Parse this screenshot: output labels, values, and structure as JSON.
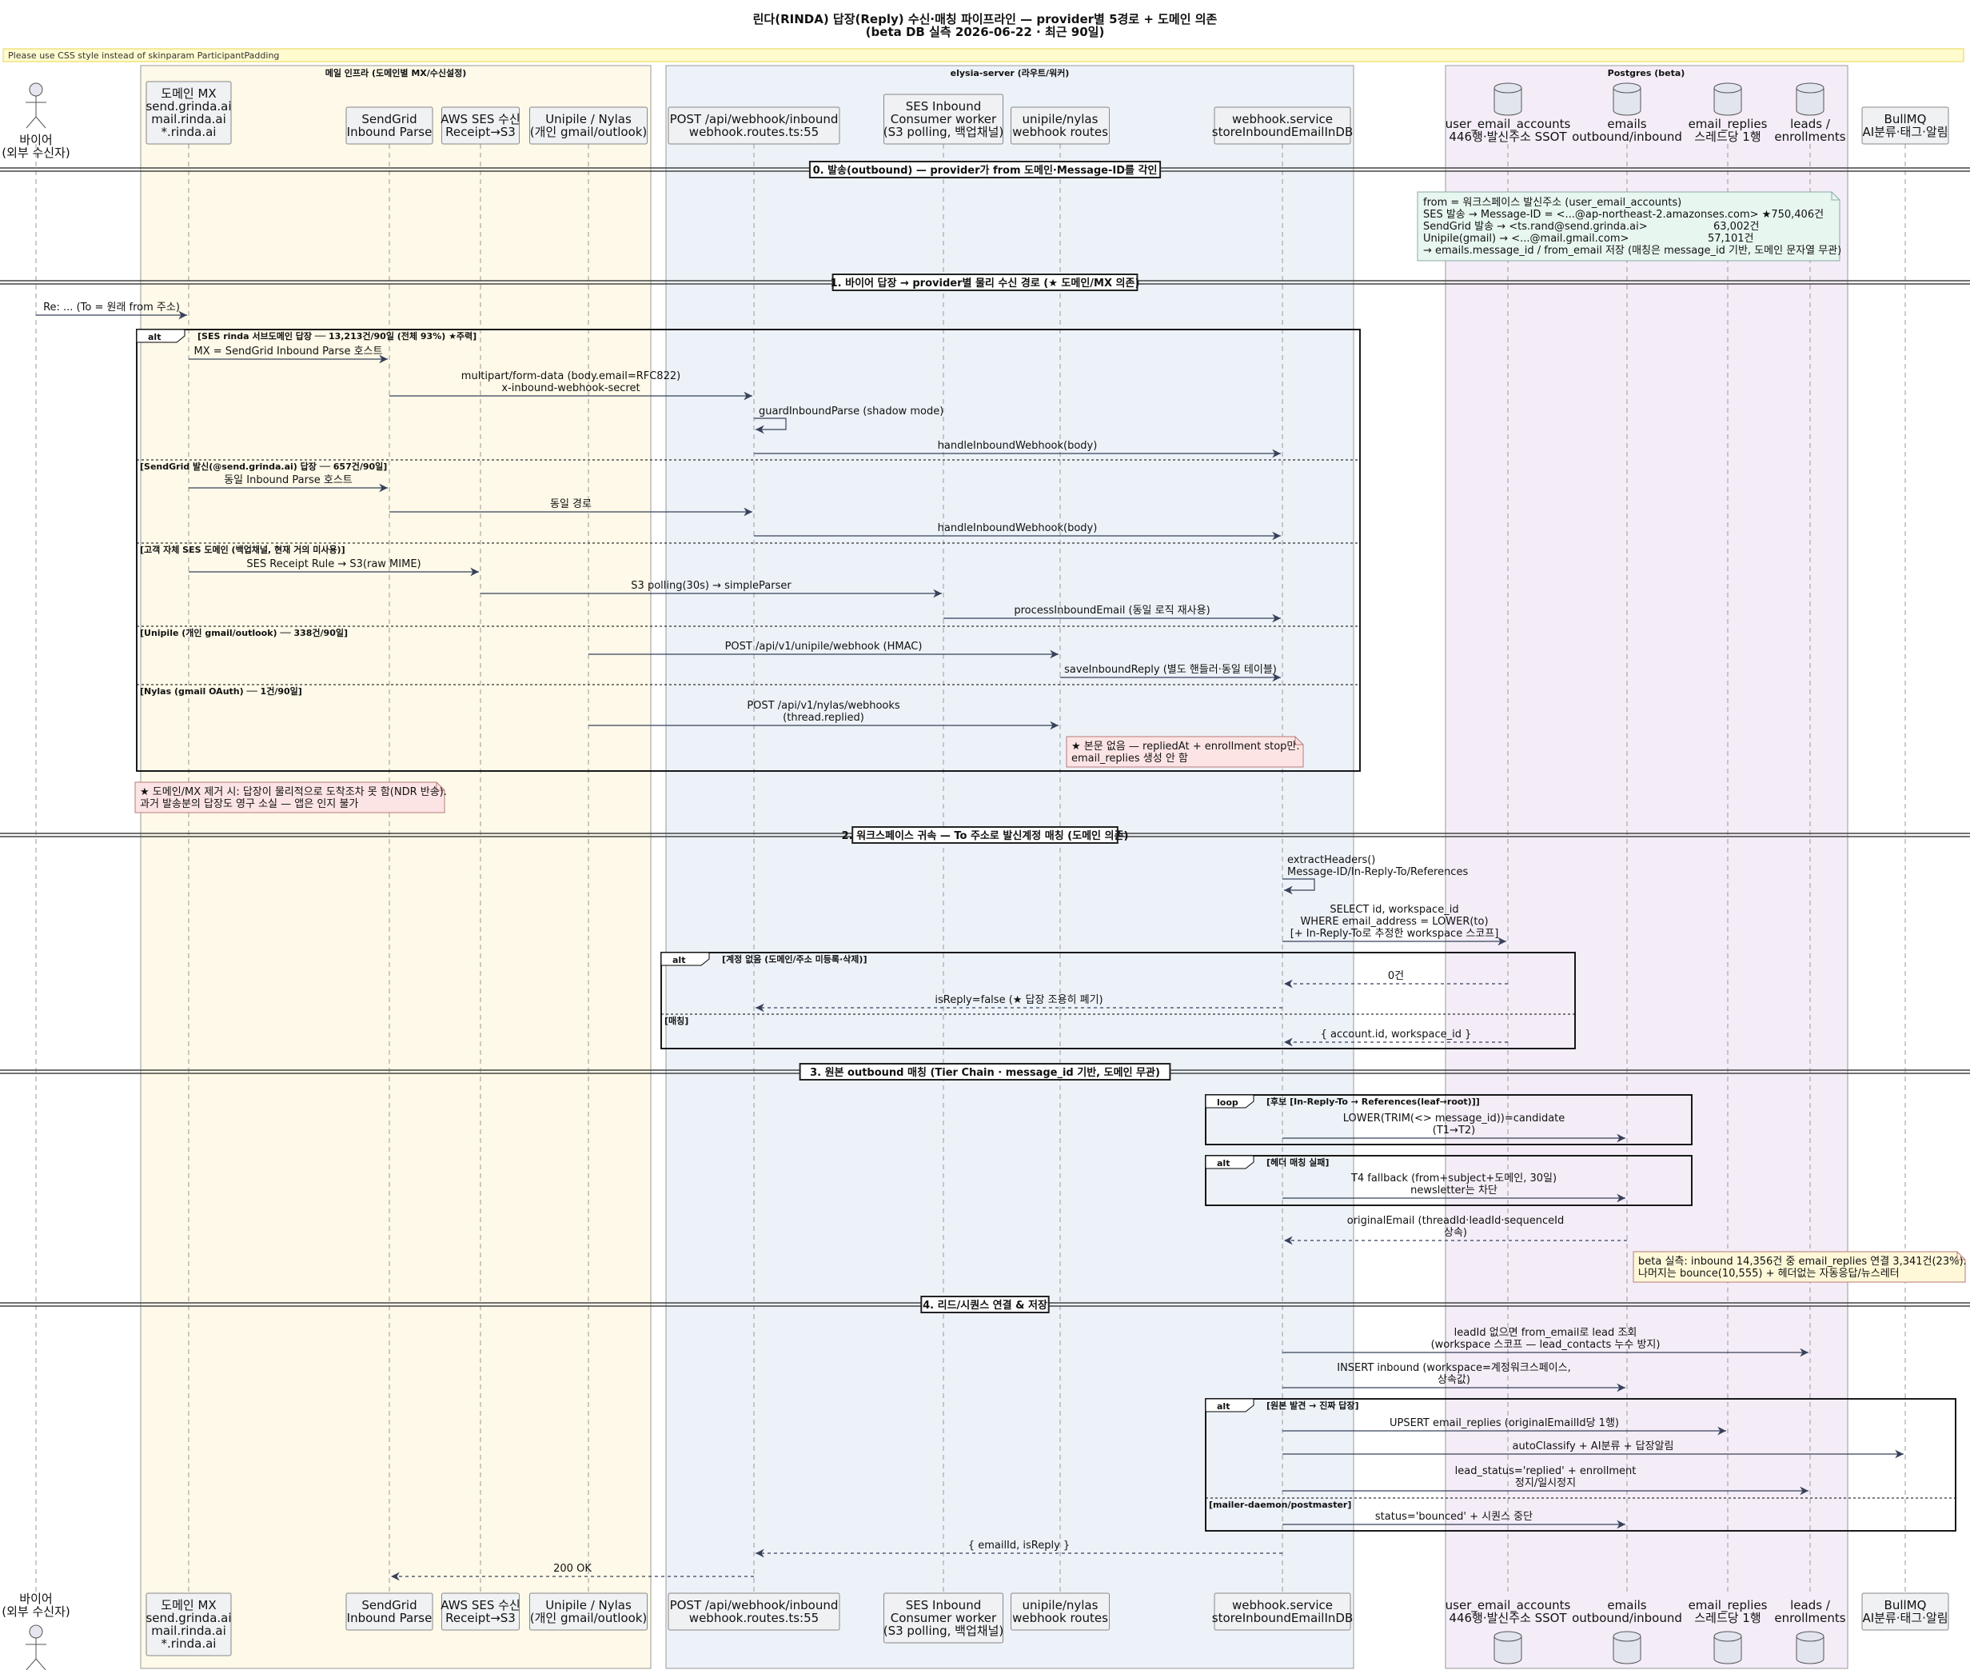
{
  "title": {
    "line1": "린다(RINDA) 답장(Reply) 수신·매칭 파이프라인 — provider별 5경로 + 도메인 의존",
    "line2": "(beta DB 실측 2026-06-22 · 최근 90일)"
  },
  "warning": "Please use CSS style instead of skinparam ParticipantPadding",
  "colors": {
    "mail_infra_box": "#fef9e8",
    "server_box": "#edf2f8",
    "postgres_box": "#f4edf7",
    "participant_fill": "#eff1f3",
    "arrow": "#37415a",
    "note_pink": "#fde4e4",
    "note_green": "#e8f6f0",
    "note_yellow": "#fef8d8"
  },
  "boxes": {
    "mail_infra": "메일 인프라 (도메인별 MX/수신설정)",
    "server": "elysia-server (라우트/워커)",
    "postgres": "Postgres (beta)"
  },
  "participants": {
    "buyer": [
      "바이어",
      "(외부 수신자)"
    ],
    "domain_mx": [
      "도메인 MX",
      "send.grinda.ai",
      "mail.rinda.ai",
      "*.rinda.ai"
    ],
    "sendgrid": [
      "SendGrid",
      "Inbound Parse"
    ],
    "aws_ses": [
      "AWS SES 수신",
      "Receipt→S3"
    ],
    "unipile_nylas": [
      "Unipile / Nylas",
      "(개인 gmail/outlook)"
    ],
    "post_inbound": [
      "POST /api/webhook/inbound",
      "webhook.routes.ts:55"
    ],
    "ses_consumer": [
      "SES Inbound",
      "Consumer worker",
      "(S3 polling, 백업채널)"
    ],
    "unipile_routes": [
      "unipile/nylas",
      "webhook routes"
    ],
    "webhook_service": [
      "webhook.service",
      "storeInboundEmailInDB"
    ],
    "user_email_accounts": [
      "user_email_accounts",
      "446행·발신주소 SSOT"
    ],
    "emails": [
      "emails",
      "outbound/inbound"
    ],
    "email_replies": [
      "email_replies",
      "스레드당 1행"
    ],
    "leads": [
      "leads /",
      "enrollments"
    ],
    "bullmq": [
      "BullMQ",
      "AI분류·태그·알림"
    ]
  },
  "sections": {
    "s0": "0. 발송(outbound) — provider가 from 도메인·Message-ID를 각인",
    "s1": "1. 바이어 답장 → provider별 물리 수신 경로 (★ 도메인/MX 의존)",
    "s2": "2. 워크스페이스 귀속 — To 주소로 발신계정 매칭 (도메인 의존)",
    "s3": "3. 원본 outbound 매칭 (Tier Chain · message_id 기반, 도메인 무관)",
    "s4": "4. 리드/시퀀스 연결 & 저장"
  },
  "notes": {
    "outbound": [
      "from = 워크스페이스 발신주소 (user_email_accounts)",
      "SES 발송 → Message-ID = <...@ap-northeast-2.amazonses.com>  ★750,406건",
      "SendGrid 발송 → <ts.rand@send.grinda.ai>",
      "63,002건",
      "Unipile(gmail) → <...@mail.gmail.com>",
      "57,101건",
      "→ emails.message_id / from_email 저장 (매칭은 message_id 기반, 도메인 문자열 무관)"
    ],
    "nylas": [
      "★ 본문 없음 — repliedAt + enrollment stop만.",
      "email_replies 생성 안 함"
    ],
    "mx_removal": [
      "★ 도메인/MX 제거 시: 답장이 물리적으로 도착조차 못 함(NDR 반송).",
      "과거 발송분의 답장도 영구 소실 — 앱은 인지 불가"
    ],
    "beta": [
      "beta 실측: inbound 14,356건 중 email_replies 연결 3,341건(23%).",
      "나머지는 bounce(10,555) + 헤더없는 자동응답/뉴스레터"
    ]
  },
  "frags": {
    "alt1": {
      "label": "alt",
      "g1": "[SES rinda 서브도메인 답장  ── 13,213건/90일 (전체 93%) ★주력]",
      "g2": "[SendGrid 발신(@send.grinda.ai) 답장 ── 657건/90일]",
      "g3": "[고객 자체 SES 도메인 (백업채널, 현재 거의 미사용)]",
      "g4": "[Unipile (개인 gmail/outlook) ── 338건/90일]",
      "g5": "[Nylas (gmail OAuth) ── 1건/90일]"
    },
    "alt2": {
      "label": "alt",
      "g1": "[계정 없음 (도메인/주소 미등록·삭제)]",
      "g2": "[매칭]"
    },
    "loop3": {
      "label": "loop",
      "g1": "[후보 [In-Reply-To → References(leaf→root)]]"
    },
    "alt3": {
      "label": "alt",
      "g1": "[헤더 매칭 실패]"
    },
    "alt4": {
      "label": "alt",
      "g1": "[원본 발견 → 진짜 답장]",
      "g2": "[mailer-daemon/postmaster]"
    }
  },
  "messages": {
    "m_re": "Re: ... (To = 원래 from 주소)",
    "m_mx": "MX = SendGrid Inbound Parse 호스트",
    "m_multipart": [
      "multipart/form-data (body.email=RFC822)",
      "x-inbound-webhook-secret"
    ],
    "m_guard": "guardInboundParse (shadow mode)",
    "m_handle1": "handleInboundWebhook(body)",
    "m_same_host": "동일 Inbound Parse 호스트",
    "m_same_path": "동일 경로",
    "m_handle2": "handleInboundWebhook(body)",
    "m_ses_rule": "SES Receipt Rule → S3(raw MIME)",
    "m_s3poll": "S3 polling(30s) → simpleParser",
    "m_process": "processInboundEmail (동일 로직 재사용)",
    "m_unipile_post": "POST /api/v1/unipile/webhook (HMAC)",
    "m_save_reply": "saveInboundReply (별도 핸들러·동일 테이블)",
    "m_nylas_post": [
      "POST /api/v1/nylas/webhooks",
      "(thread.replied)"
    ],
    "m_extract": [
      "extractHeaders()",
      "Message-ID/In-Reply-To/References"
    ],
    "m_select": [
      "SELECT id, workspace_id",
      "WHERE email_address = LOWER(to)",
      "[+ In-Reply-To로 추정한 workspace 스코프]"
    ],
    "m_zero": "0건",
    "m_isreply_false": "isReply=false (★ 답장 조용히 폐기)",
    "m_account": "{ account.id, workspace_id }",
    "m_lower": [
      "LOWER(TRIM(<> message_id))=candidate",
      "(T1→T2)"
    ],
    "m_t4": [
      "T4 fallback (from+subject+도메인, 30일)",
      "newsletter는 차단"
    ],
    "m_original": [
      "originalEmail (threadId·leadId·sequenceId",
      "상속)"
    ],
    "m_leadid": [
      "leadId 없으면 from_email로 lead 조회",
      "(workspace 스코프 — lead_contacts 누수 방지)"
    ],
    "m_insert": [
      "INSERT inbound (workspace=계정워크스페이스,",
      "상속값)"
    ],
    "m_upsert": "UPSERT email_replies (originalEmailId당 1행)",
    "m_autoclassify": "autoClassify + AI분류 + 답장알림",
    "m_lead_status": [
      "lead_status='replied' + enrollment",
      "정지/일시정지"
    ],
    "m_bounced": "status='bounced' + 시퀀스 중단",
    "m_return": "{ emailId, isReply }",
    "m_200": "200 OK"
  }
}
